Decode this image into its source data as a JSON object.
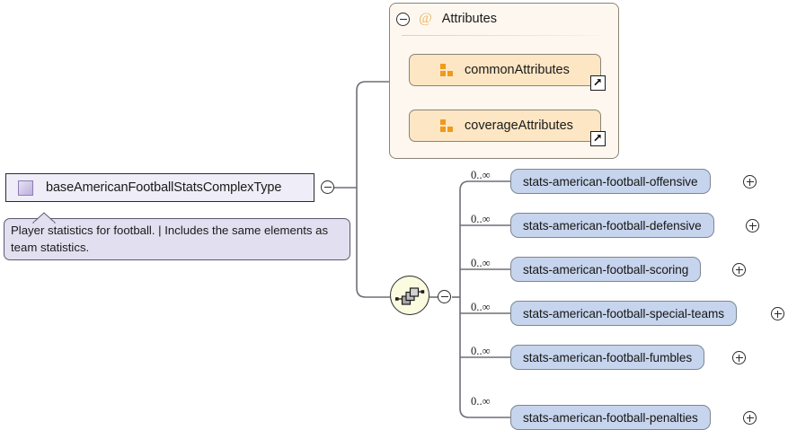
{
  "diagram": {
    "kind": "xsd-complextype-diagram",
    "colors": {
      "complextype_fill": "#efedf7",
      "documentation_fill": "#e2dff0",
      "attributes_panel_fill": "#fdf7ef",
      "attributegroup_fill": "#fde6c4",
      "attributegroup_icon": "#ef9a1e",
      "element_fill": "#c6d4ed",
      "sequence_fill": "#fbfbe0",
      "border": "#2b2b2b"
    }
  },
  "complex_type": {
    "name": "baseAmericanFootballStatsComplexType",
    "icon": "complextype-icon",
    "toggle": "collapse-toggle"
  },
  "documentation": {
    "text": "Player statistics for football. | Includes the same elements as team statistics."
  },
  "attributes_panel": {
    "title": "Attributes",
    "at_symbol": "@",
    "toggle": "collapse-toggle",
    "groups": [
      {
        "name": "commonAttributes",
        "toggle": "expand-toggle",
        "icon": "attribute-group-icon",
        "badge": "external-link-icon"
      },
      {
        "name": "coverageAttributes",
        "toggle": "expand-toggle",
        "icon": "attribute-group-icon",
        "badge": "external-link-icon"
      }
    ]
  },
  "sequence": {
    "icon": "sequence-compositor-icon",
    "toggle": "collapse-toggle"
  },
  "elements": [
    {
      "name": "stats-american-football-offensive",
      "occurs": "0..∞",
      "toggle": "expand-toggle"
    },
    {
      "name": "stats-american-football-defensive",
      "occurs": "0..∞",
      "toggle": "expand-toggle"
    },
    {
      "name": "stats-american-football-scoring",
      "occurs": "0..∞",
      "toggle": "expand-toggle"
    },
    {
      "name": "stats-american-football-special-teams",
      "occurs": "0..∞",
      "toggle": "expand-toggle"
    },
    {
      "name": "stats-american-football-fumbles",
      "occurs": "0..∞",
      "toggle": "expand-toggle"
    },
    {
      "name": "stats-american-football-penalties",
      "occurs": "0..∞",
      "toggle": "expand-toggle"
    }
  ]
}
